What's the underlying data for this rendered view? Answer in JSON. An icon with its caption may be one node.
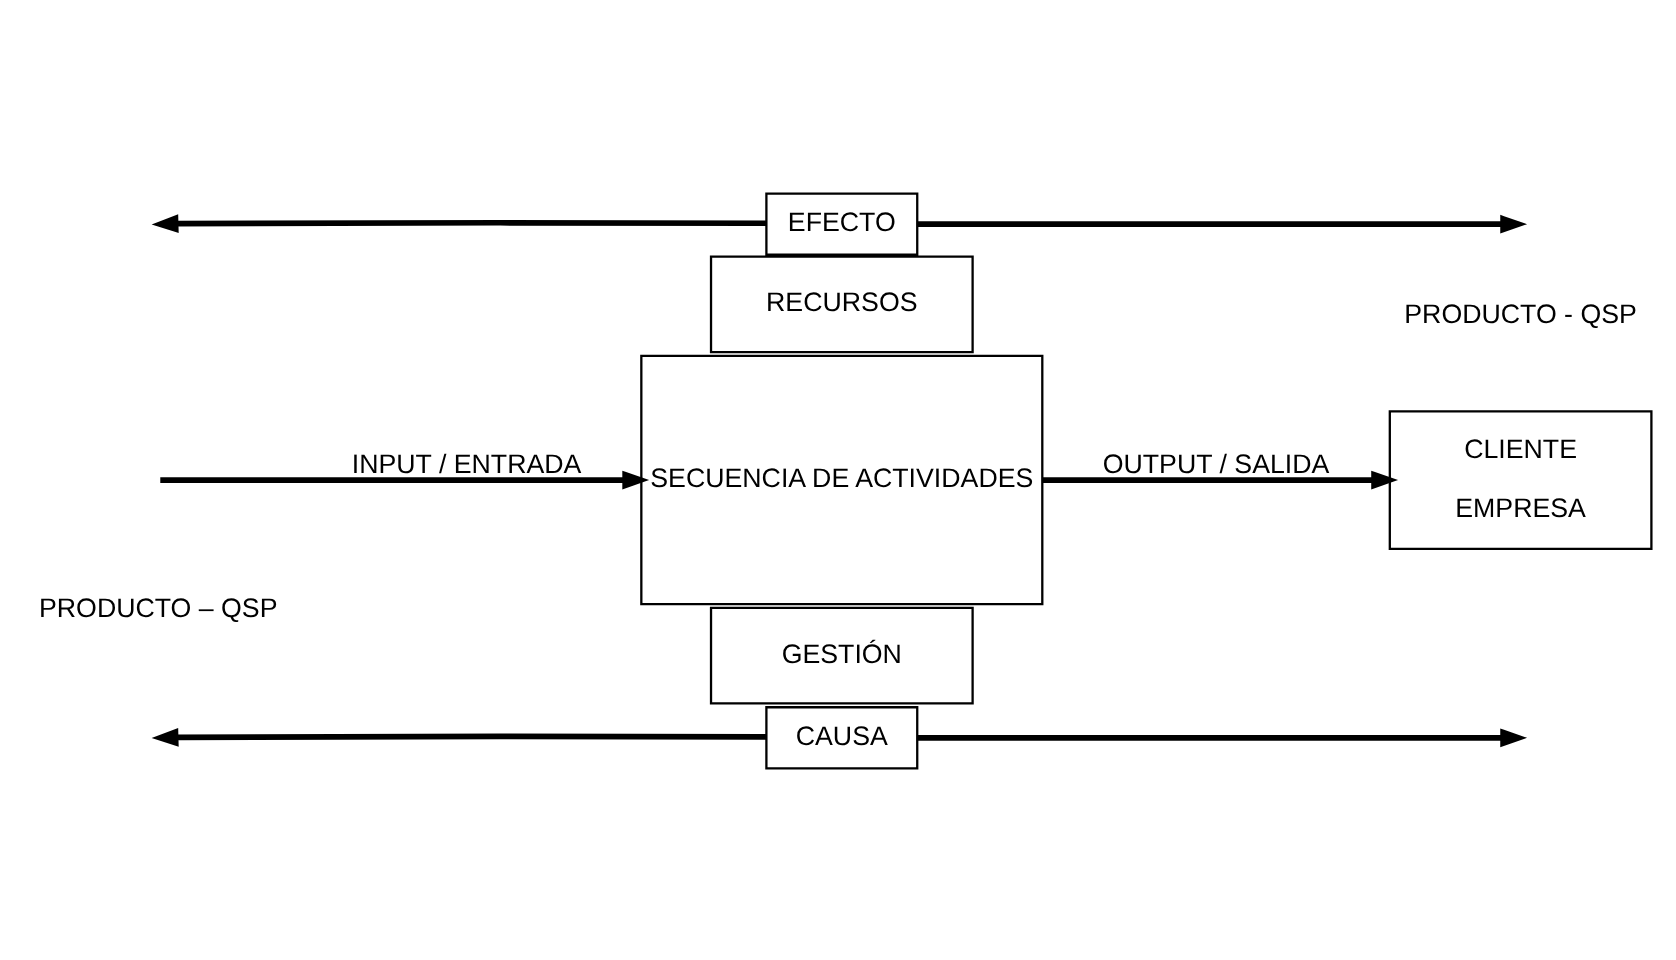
{
  "diagram": {
    "nodes": [
      {
        "text": [
          "RECURSOS"
        ]
      },
      {
        "text": [
          "SECUENCIA DE ACTIVIDADES"
        ]
      },
      {
        "text": [
          "GESTIÓN"
        ]
      },
      {
        "text": [
          "CLIENTE",
          "EMPRESA"
        ]
      },
      {
        "text": [
          "CAUSA"
        ]
      },
      {
        "text": [
          "EFECTO"
        ]
      }
    ],
    "edges": [
      {
        "from": null,
        "to": 1,
        "arrow": "to",
        "label": "INPUT / ENTRADA"
      },
      {
        "from": 1,
        "to": 3,
        "arrow": "to",
        "label": "OUTPUT / SALIDA"
      },
      {
        "from": 4,
        "to": null,
        "arrow": "to"
      },
      {
        "from": 4,
        "to": null,
        "arrow": "to"
      },
      {
        "from": 5,
        "to": null,
        "arrow": "to"
      },
      {
        "from": 5,
        "to": null,
        "arrow": "to"
      }
    ],
    "labels": [
      "PRODUCTO – QSP",
      "PRODUCTO - QSP"
    ]
  }
}
